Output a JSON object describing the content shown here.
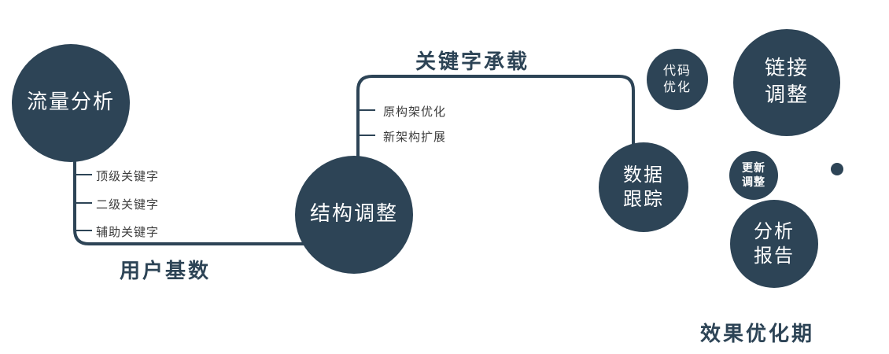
{
  "colors": {
    "primary": "#2d4456",
    "branch_text": "#3d3d3d",
    "node_text": "#ffffff",
    "background": "#ffffff"
  },
  "nodes": {
    "traffic": {
      "label": "流量分析"
    },
    "structure": {
      "label": "结构调整"
    },
    "data_tracking": {
      "line1": "数据",
      "line2": "跟踪"
    },
    "code_optimization": {
      "line1": "代码",
      "line2": "优化"
    },
    "link_adjustment": {
      "line1": "链接",
      "line2": "调整"
    },
    "update_adjustment": {
      "line1": "更新",
      "line2": "调整"
    },
    "analysis_report": {
      "line1": "分析",
      "line2": "报告"
    }
  },
  "edge_labels": {
    "user_base": "用户基数",
    "keyword_carrying": "关键字承载"
  },
  "branches": {
    "traffic": [
      "顶级关键字",
      "二级关键字",
      "辅助关键字"
    ],
    "structure": [
      "原构架优化",
      "新架构扩展"
    ]
  },
  "footer": {
    "text": "效果优化期"
  }
}
